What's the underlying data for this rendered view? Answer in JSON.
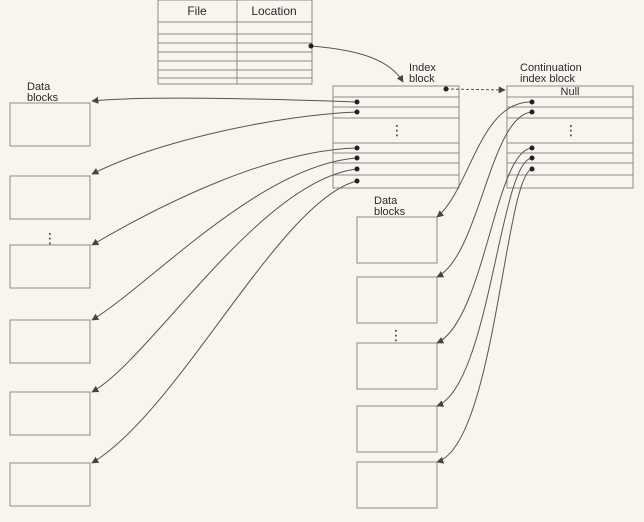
{
  "directory": {
    "headers": [
      "File",
      "Location"
    ]
  },
  "index_block": {
    "label_line1": "Index",
    "label_line2": "block"
  },
  "continuation_block": {
    "label_line1": "Continuation",
    "label_line2": "index block",
    "first_entry": "Null"
  },
  "left_data_blocks": {
    "label_line1": "Data",
    "label_line2": "blocks"
  },
  "right_data_blocks": {
    "label_line1": "Data",
    "label_line2": "blocks"
  },
  "ellipsis": "⋮",
  "colors": {
    "line": "#5a5a5a",
    "box": "#8a8a8a",
    "background": "#f8f5ef"
  }
}
